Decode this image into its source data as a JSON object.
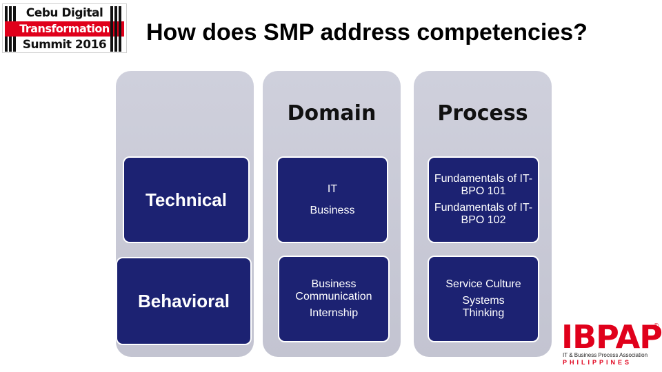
{
  "logo": {
    "line1": "Cebu Digital",
    "line2": "Transformation",
    "line3": "Summit 2016"
  },
  "title": "How does SMP address competencies?",
  "columns": [
    {
      "heading": "",
      "boxes": [
        {
          "items": [
            "Technical"
          ]
        },
        {
          "items": [
            "Behavioral"
          ]
        }
      ]
    },
    {
      "heading": "Domain",
      "boxes": [
        {
          "items": [
            "IT",
            "Business"
          ]
        },
        {
          "items": [
            "Business Communication",
            "Internship"
          ]
        }
      ]
    },
    {
      "heading": "Process",
      "boxes": [
        {
          "items": [
            "Fundamentals of IT-BPO 101",
            "Fundamentals of IT-BPO 102"
          ]
        },
        {
          "items": [
            "Service Culture",
            "Systems Thinking"
          ]
        }
      ]
    }
  ],
  "ibpap": {
    "name": "IBPAP",
    "reg": "®",
    "tagline": "IT & Business Process Association",
    "country": "PHILIPPINES"
  },
  "colors": {
    "box_fill": "#1c2272",
    "column_fill": "#c9cad6",
    "brand_red": "#e0001b"
  }
}
